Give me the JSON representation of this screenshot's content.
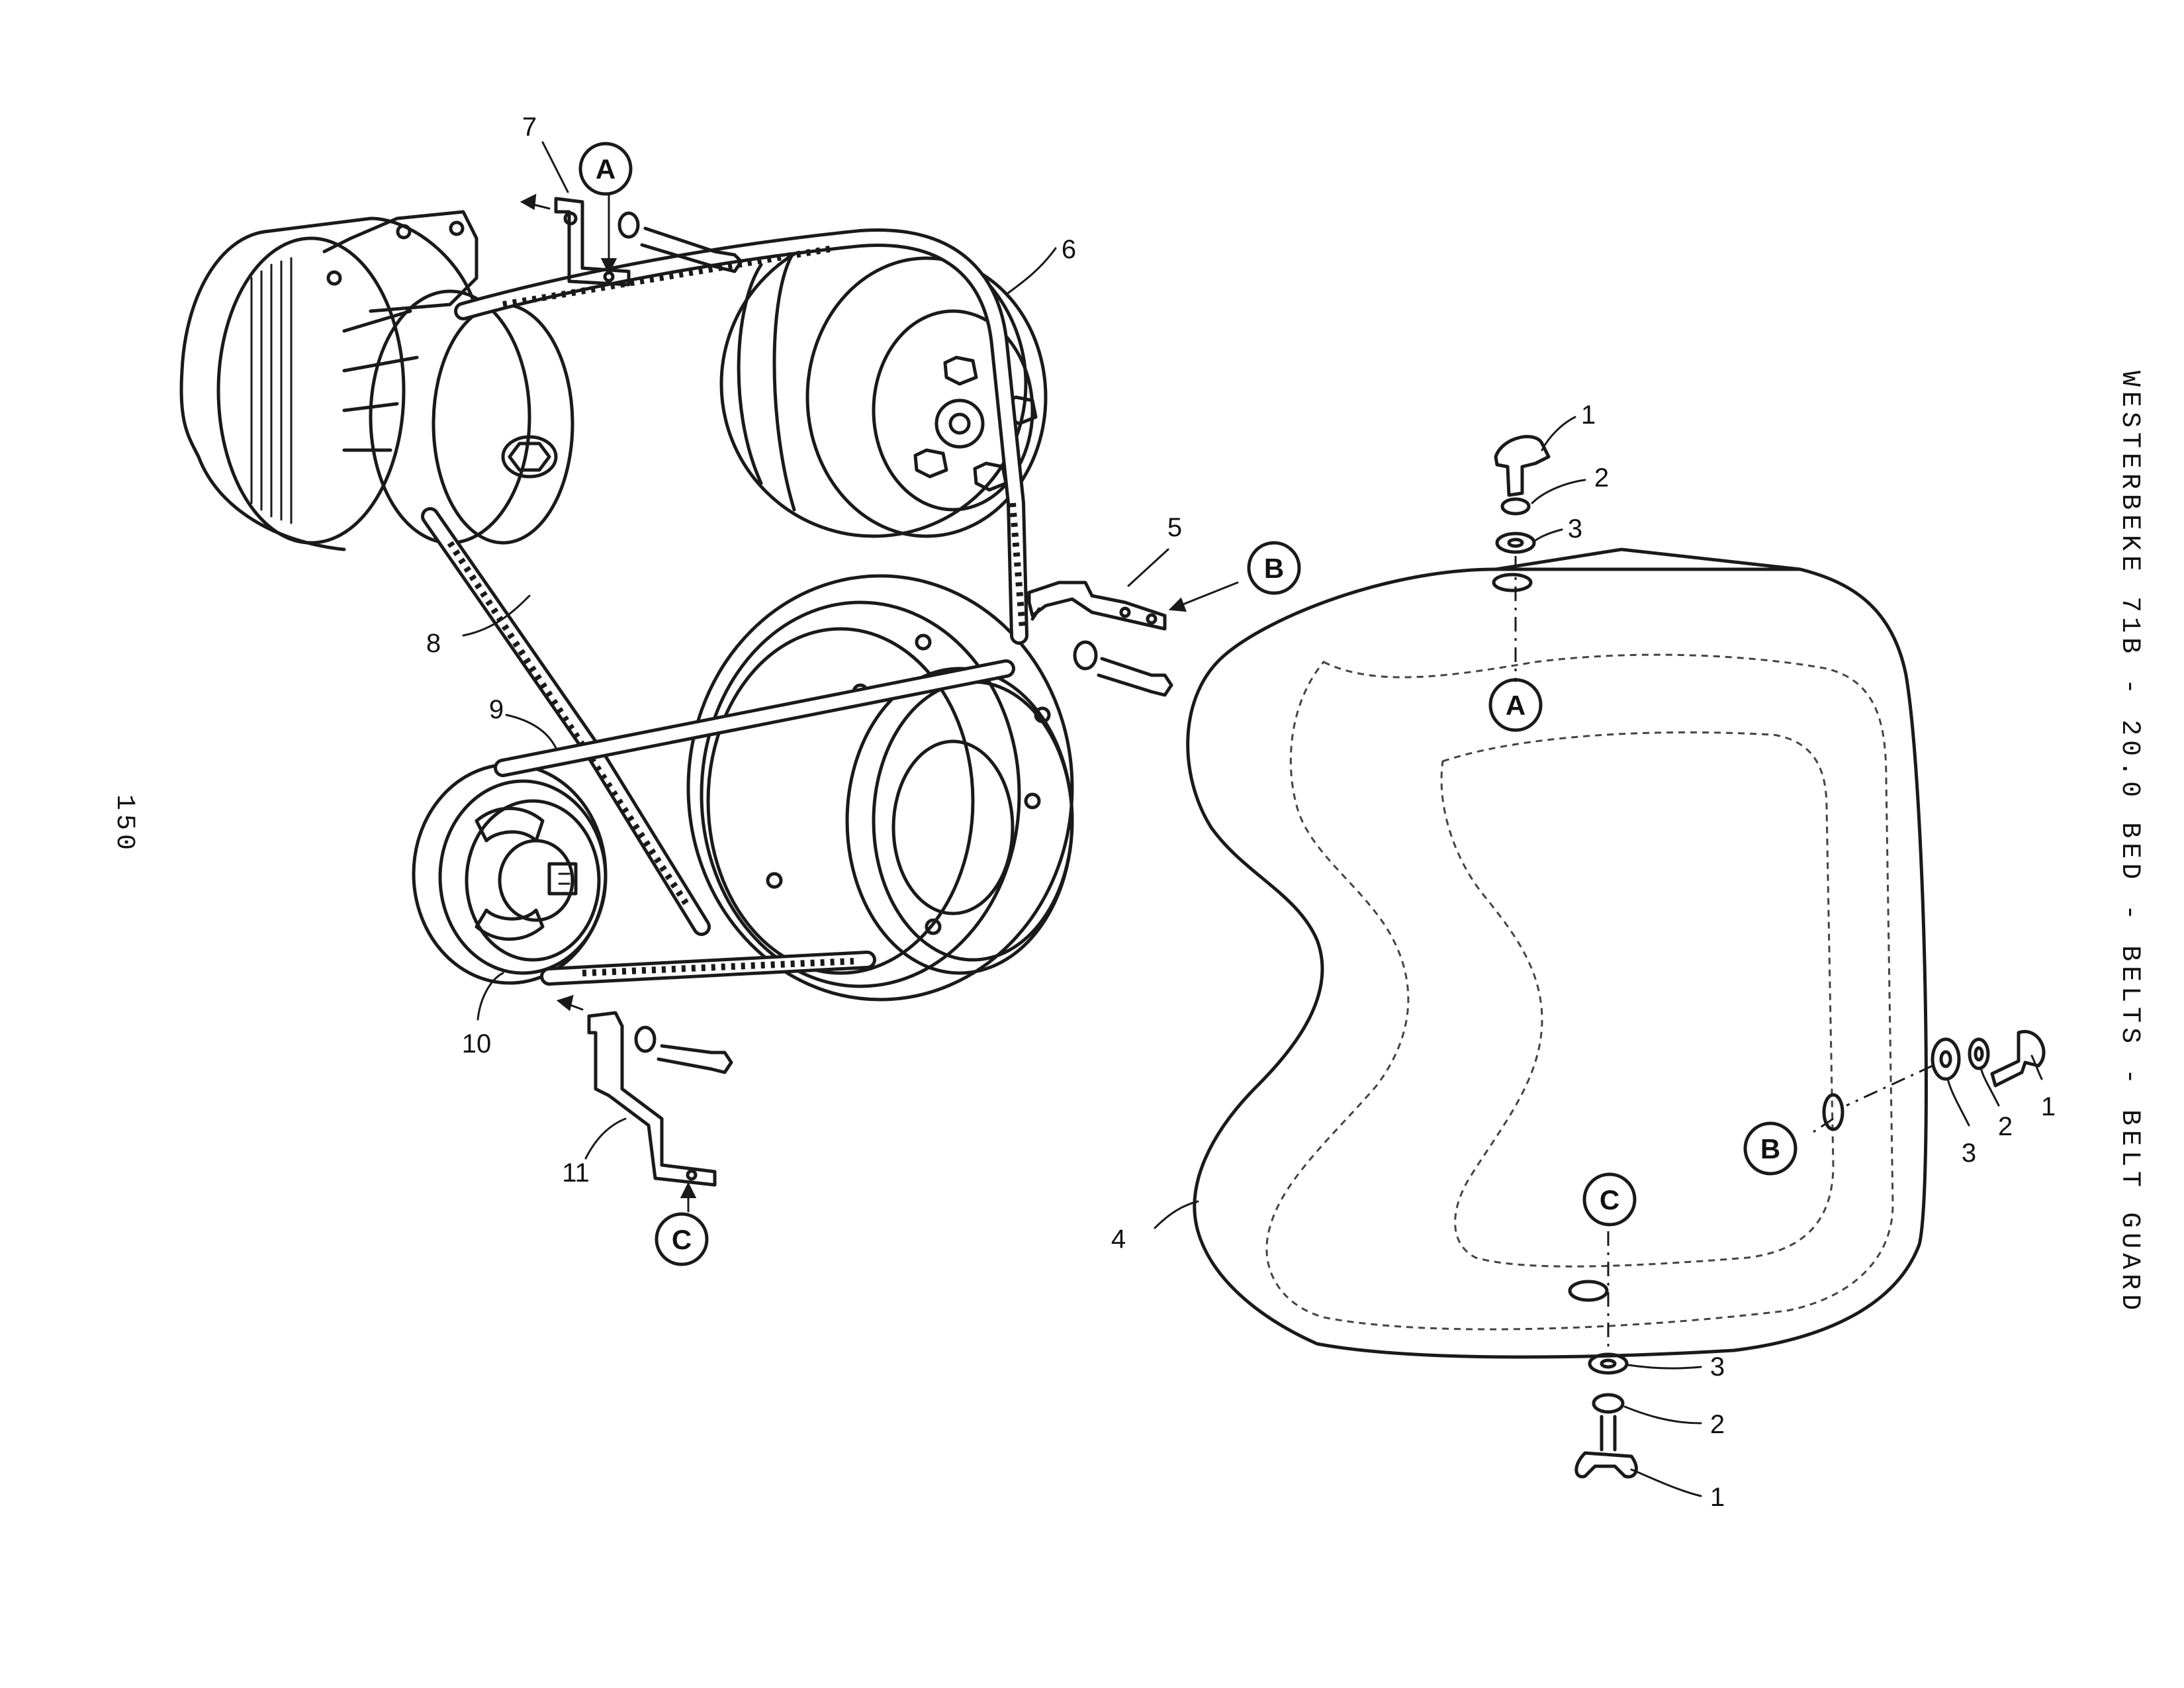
{
  "document": {
    "side_title": "WESTERBEKE 71B - 20.0 BED - BELTS - BELT GUARD",
    "page_number": "150"
  },
  "callouts": {
    "c1_top": "1",
    "c2_top": "2",
    "c3_top": "3",
    "c1_right": "1",
    "c2_right": "2",
    "c3_right": "3",
    "c1_bottom": "1",
    "c2_bottom": "2",
    "c3_bottom": "3",
    "c4": "4",
    "c5": "5",
    "c6": "6",
    "c7": "7",
    "c8": "8",
    "c9": "9",
    "c10": "10",
    "c11": "11"
  },
  "reference_markers": {
    "a_bracket": "A",
    "b_bracket": "B",
    "c_bracket": "C",
    "a_guard": "A",
    "b_guard": "B",
    "c_guard": "C"
  }
}
